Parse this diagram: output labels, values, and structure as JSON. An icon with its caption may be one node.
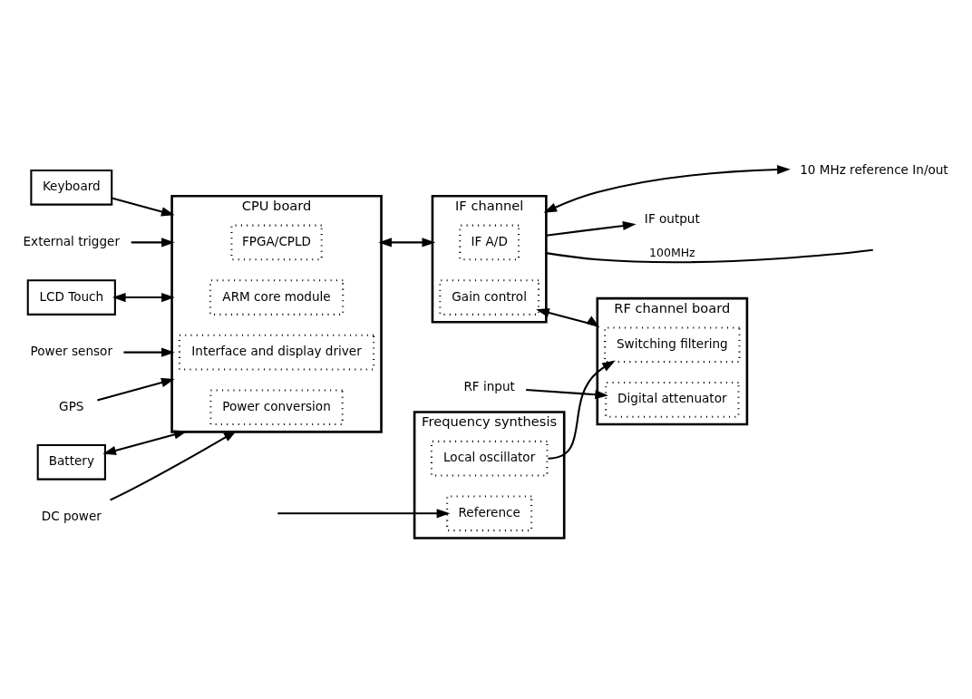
{
  "diagram": {
    "nodes": [
      {
        "text": [
          "Keyboard"
        ]
      },
      {
        "text": [
          "External trigger"
        ]
      },
      {
        "text": [
          "CPU board"
        ]
      },
      {
        "text": [
          "FPGA/CPLD"
        ],
        "in": 2
      },
      {
        "text": [
          "ARM core module"
        ],
        "in": 2
      },
      {
        "text": [
          "Interface and display driver"
        ],
        "in": 2
      },
      {
        "text": [
          "Power conversion"
        ],
        "in": 2
      },
      {
        "text": [
          "LCD Touch"
        ]
      },
      {
        "text": [
          "Power sensor"
        ]
      },
      {
        "text": [
          "GPS"
        ]
      },
      {
        "text": [
          "Battery"
        ]
      },
      {
        "text": [
          "DC power"
        ]
      },
      {
        "text": [
          "IF channel"
        ]
      },
      {
        "text": [
          "IF A/D"
        ],
        "in": 12
      },
      {
        "text": [
          "Gain control"
        ],
        "in": 12
      },
      {
        "text": [
          "10 MHz reference In/out"
        ]
      },
      {
        "text": [
          "IF output"
        ]
      },
      {
        "text": [
          "RF channel board"
        ]
      },
      {
        "text": [
          "Switching filtering"
        ],
        "in": 17
      },
      {
        "text": [
          "Digital attenuator"
        ],
        "in": 17
      },
      {
        "text": [
          "RF input"
        ]
      },
      {
        "text": [
          "Frequency synthesis"
        ]
      },
      {
        "text": [
          "Local oscillator"
        ],
        "in": 21
      },
      {
        "text": [
          "Reference"
        ],
        "in": 21
      }
    ],
    "edges": [
      {
        "from": 0,
        "to": 2,
        "arrow": "to"
      },
      {
        "from": 1,
        "to": 2,
        "arrow": "to"
      },
      {
        "from": 7,
        "to": 2,
        "arrow": "both"
      },
      {
        "from": 8,
        "to": 2,
        "arrow": "to"
      },
      {
        "from": 9,
        "to": 2,
        "arrow": "to"
      },
      {
        "from": 10,
        "to": 2,
        "arrow": "both"
      },
      {
        "from": 11,
        "to": 2,
        "arrow": "to"
      },
      {
        "from": 2,
        "to": 12,
        "arrow": "both"
      },
      {
        "from": 12,
        "to": 15,
        "arrow": "both"
      },
      {
        "from": 12,
        "to": 16,
        "arrow": "to"
      },
      {
        "from": 14,
        "to": 17,
        "arrow": "both"
      },
      {
        "from": 22,
        "to": 18,
        "arrow": "to"
      },
      {
        "from": 20,
        "to": 19,
        "arrow": "to"
      },
      {
        "from": 12,
        "to": null,
        "arrow": "none",
        "label": "100MHz"
      },
      {
        "from": null,
        "to": 23,
        "arrow": "to"
      }
    ]
  }
}
